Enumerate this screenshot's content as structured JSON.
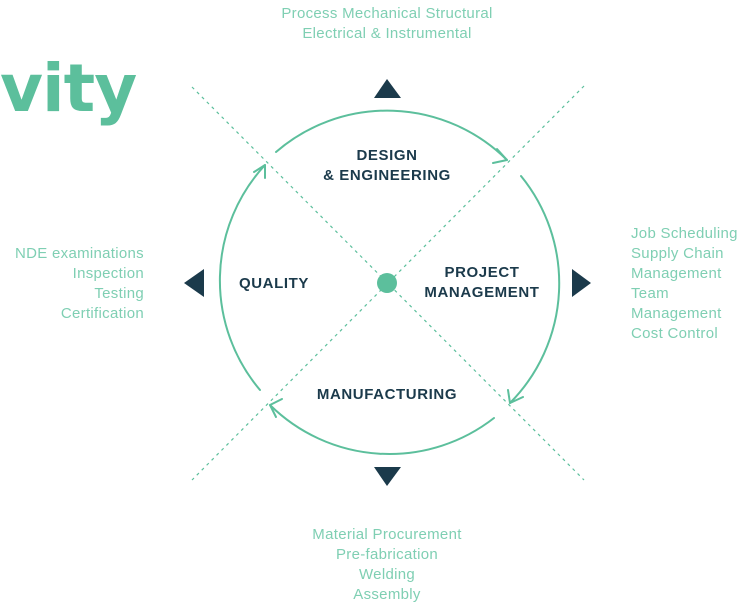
{
  "colors": {
    "accent": "#5cbf9c",
    "accent_text": "#7fcfb3",
    "dark": "#1b3a4b",
    "background": "#ffffff"
  },
  "brand": {
    "text": "vity"
  },
  "quadrants": {
    "design": {
      "line1": "DESIGN",
      "line2": "& ENGINEERING"
    },
    "project": {
      "line1": "PROJECT",
      "line2": "MANAGEMENT"
    },
    "manufacturing": {
      "label": "MANUFACTURING"
    },
    "quality": {
      "label": "QUALITY"
    }
  },
  "details": {
    "top": [
      "Process Mechanical Structural",
      "Electrical & Instrumental"
    ],
    "right": [
      "Job Scheduling",
      "Supply Chain",
      "Management",
      "Team",
      "Management",
      "Cost Control"
    ],
    "bottom": [
      "Material Procurement",
      "Pre-fabrication",
      "Welding",
      "Assembly"
    ],
    "left": [
      "NDE examinations",
      "Inspection",
      "Testing",
      "Certification"
    ]
  },
  "icons": {
    "up": "triangle-up-icon",
    "right": "triangle-right-icon",
    "down": "triangle-down-icon",
    "left": "triangle-left-icon",
    "center": "center-dot-icon",
    "cycle": "cycle-arrow-icon"
  }
}
